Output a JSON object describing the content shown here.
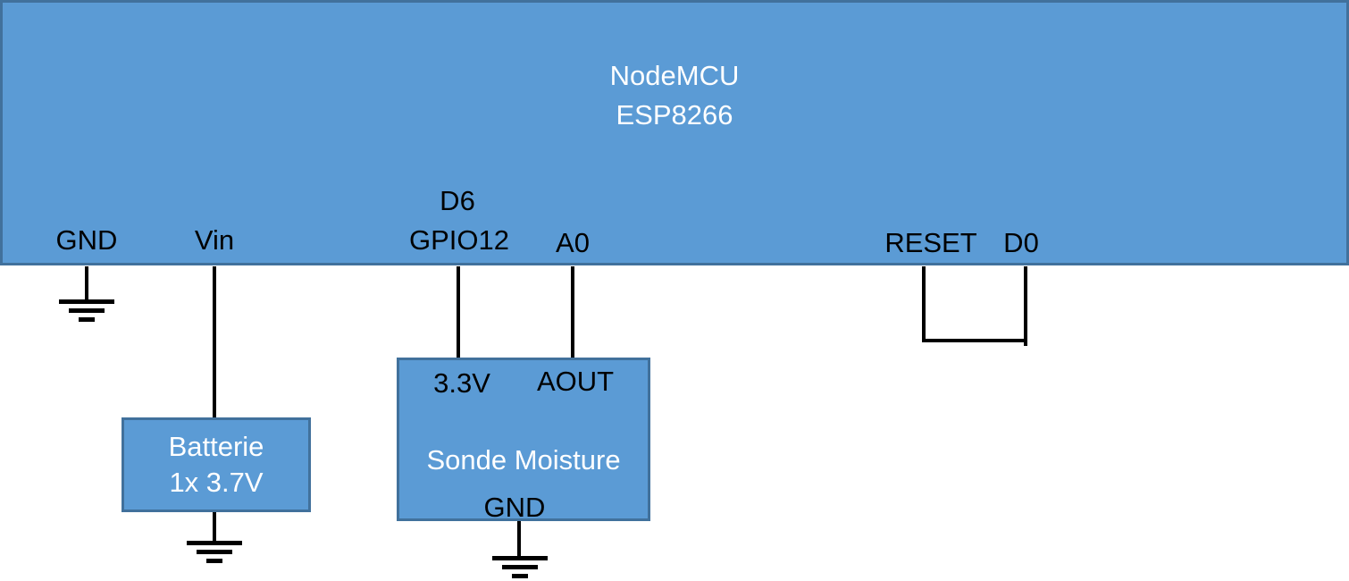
{
  "colors": {
    "box_fill": "#5B9BD5",
    "box_border": "#41719C",
    "wire": "#000000",
    "pin_text": "#000000",
    "title_text": "#FFFFFF",
    "background": "#FFFFFF"
  },
  "board": {
    "title_line1": "NodeMCU",
    "title_line2": "ESP8266",
    "pins": {
      "gnd": "GND",
      "vin": "Vin",
      "d6": "D6",
      "gpio12": "GPIO12",
      "a0": "A0",
      "reset": "RESET",
      "d0": "D0"
    }
  },
  "battery": {
    "title_line1": "Batterie",
    "title_line2": "1x 3.7V"
  },
  "sensor": {
    "pin_vcc": "3.3V",
    "pin_aout": "AOUT",
    "title": "Sonde Moisture",
    "pin_gnd": "GND"
  }
}
